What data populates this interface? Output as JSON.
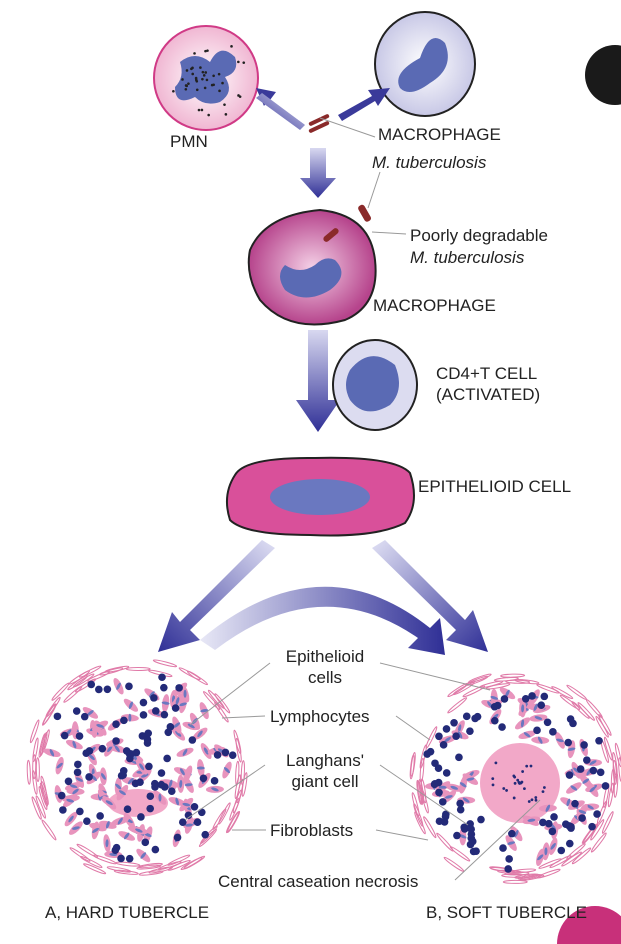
{
  "labels": {
    "pmn": "PMN",
    "macrophage1": "MACROPHAGE",
    "mtb": "M. tuberculosis",
    "poorly": "Poorly degradable",
    "poorly_mtb": "M. tuberculosis",
    "macrophage2": "MACROPHAGE",
    "cd4_1": "CD4+T CELL",
    "cd4_2": "(ACTIVATED)",
    "epithelioid": "EPITHELIOID CELL",
    "epi_cells_1": "Epithelioid",
    "epi_cells_2": "cells",
    "lymphocytes": "Lymphocytes",
    "langhans_1": "Langhans'",
    "langhans_2": "giant cell",
    "fibroblasts": "Fibroblasts",
    "necrosis": "Central caseation necrosis",
    "hard": "A, HARD TUBERCLE",
    "soft": "B, SOFT TUBERCLE"
  },
  "colors": {
    "arrow": "#3a3a9a",
    "pink": "#d9509a",
    "nucleus": "#6a78c0",
    "lymph": "#232a78",
    "fibro": "#e07aa8"
  }
}
